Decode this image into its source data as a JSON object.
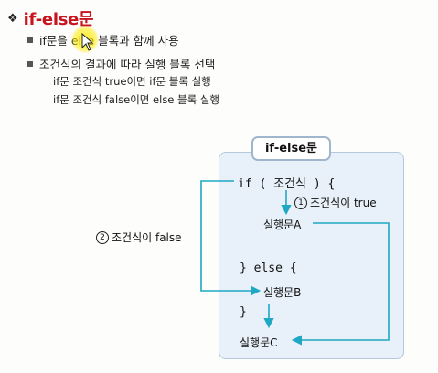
{
  "title": "if-else문",
  "bullets": [
    "if문을 else 블록과 함께 사용",
    "조건식의 결과에 따라 실행 블록 선택"
  ],
  "sub_bullets": [
    "if문 조건식 true이면 if문 블록 실행",
    "if문 조건식 false이면 else 블록 실행"
  ],
  "diagram": {
    "title": "if-else문",
    "code_if": "if ( 조건식 ) {",
    "stmt_a": "실행문A",
    "code_else": "} else {",
    "stmt_b": "실행문B",
    "code_close": "}",
    "stmt_c": "실행문C",
    "true_num": "1",
    "true_label": "조건식이 true",
    "false_num": "2",
    "false_label": "조건식이 false"
  },
  "colors": {
    "title": "#c8141e",
    "arrow": "#1fa8c4",
    "box_fill": "#e8f1f9"
  },
  "icons": [
    "mouse-cursor-icon"
  ]
}
